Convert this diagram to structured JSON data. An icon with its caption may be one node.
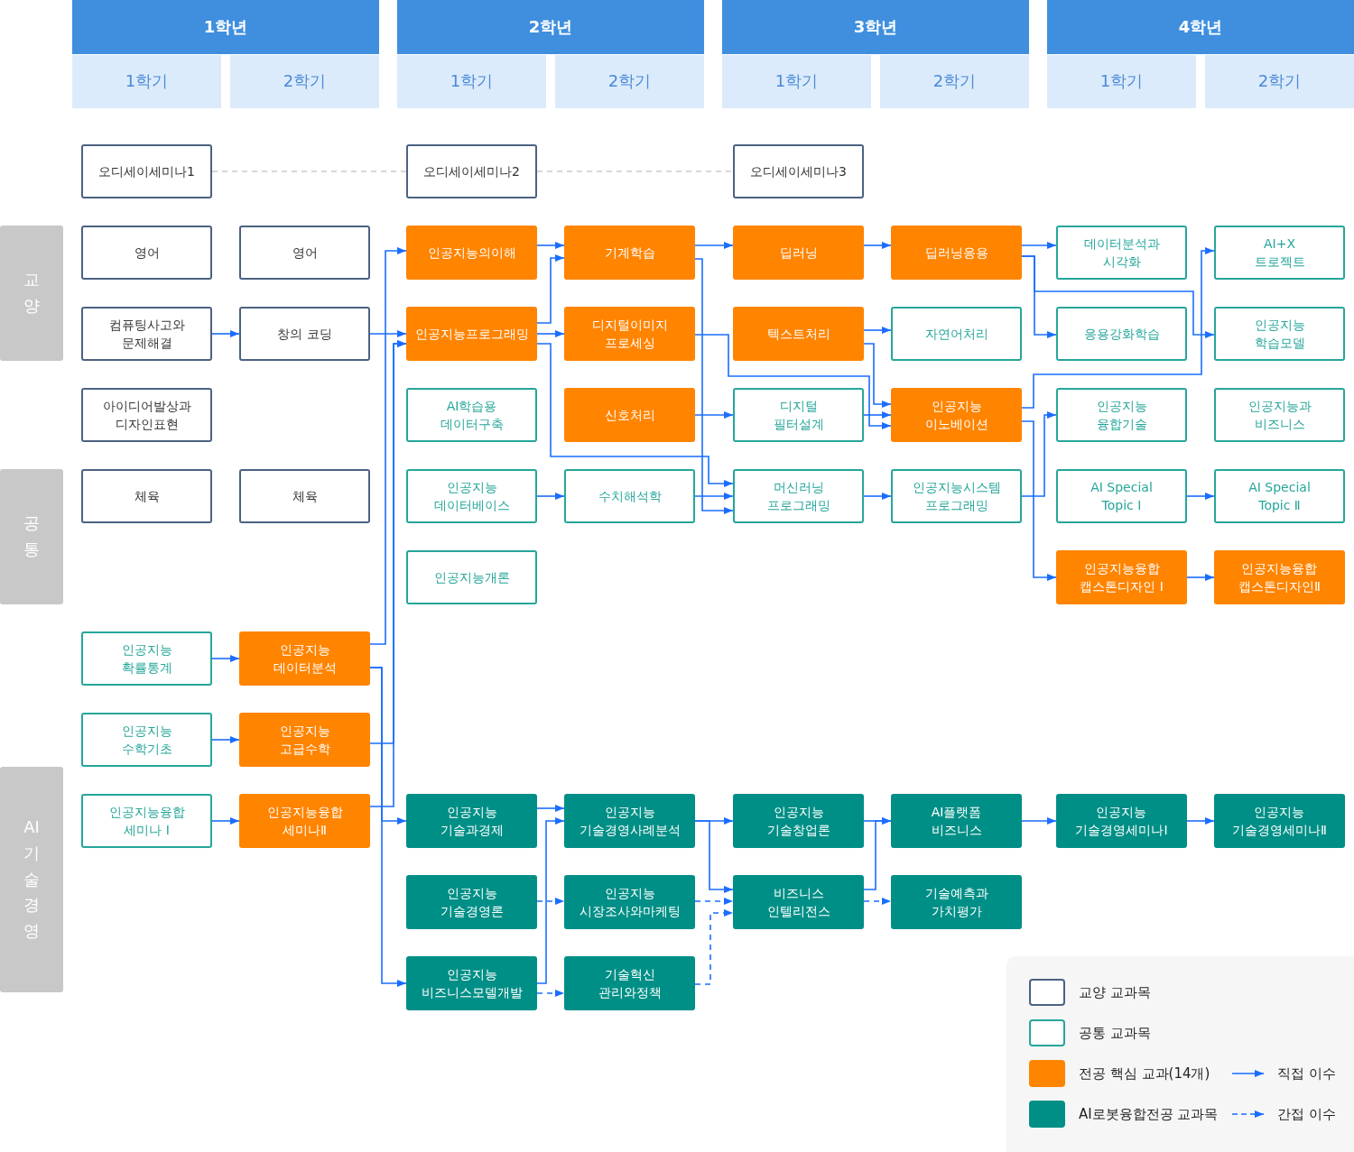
{
  "diagram": {
    "nodes": [
      {
        "text": [
          "1학년"
        ]
      },
      {
        "text": [
          "2학년"
        ]
      },
      {
        "text": [
          "3학년"
        ]
      },
      {
        "text": [
          "4학년"
        ]
      },
      {
        "text": [
          "1학기"
        ]
      },
      {
        "text": [
          "2학기"
        ]
      },
      {
        "text": [
          "1학기"
        ]
      },
      {
        "text": [
          "2학기"
        ]
      },
      {
        "text": [
          "1학기"
        ]
      },
      {
        "text": [
          "2학기"
        ]
      },
      {
        "text": [
          "1학기"
        ]
      },
      {
        "text": [
          "2학기"
        ]
      },
      {
        "text": [
          "교양"
        ]
      },
      {
        "text": [
          "공통"
        ]
      },
      {
        "text": [
          "AI 기술경영"
        ]
      },
      {
        "text": [
          "오디세이세미나1"
        ]
      },
      {
        "text": [
          "오디세이세미나2"
        ]
      },
      {
        "text": [
          "오디세이세미나3"
        ]
      },
      {
        "text": [
          "영어"
        ]
      },
      {
        "text": [
          "영어"
        ]
      },
      {
        "text": [
          "인공지능의이해"
        ]
      },
      {
        "text": [
          "기계학습"
        ]
      },
      {
        "text": [
          "딥러닝"
        ]
      },
      {
        "text": [
          "딥러닝응용"
        ]
      },
      {
        "text": [
          "데이터분석과 시각화"
        ]
      },
      {
        "text": [
          "AI+X 트로젝트"
        ]
      },
      {
        "text": [
          "컴퓨팅사고와 문제해결"
        ]
      },
      {
        "text": [
          "창의 코딩"
        ]
      },
      {
        "text": [
          "인공지능프로그래밍"
        ]
      },
      {
        "text": [
          "디지털이미지 프로세싱"
        ]
      },
      {
        "text": [
          "텍스트처리"
        ]
      },
      {
        "text": [
          "자연어처리"
        ]
      },
      {
        "text": [
          "응용강화학습"
        ]
      },
      {
        "text": [
          "인공지능 학습모델"
        ]
      },
      {
        "text": [
          "아이디어발상과 디자인표현"
        ]
      },
      {
        "text": [
          "AI학습용 데이터구축"
        ]
      },
      {
        "text": [
          "신호처리"
        ]
      },
      {
        "text": [
          "디지털 필터설계"
        ]
      },
      {
        "text": [
          "인공지능 이노베이션"
        ]
      },
      {
        "text": [
          "인공지능 융합기술"
        ]
      },
      {
        "text": [
          "인공지능과 비즈니스"
        ]
      },
      {
        "text": [
          "체육"
        ]
      },
      {
        "text": [
          "체육"
        ]
      },
      {
        "text": [
          "인공지능 데이터베이스"
        ]
      },
      {
        "text": [
          "수치해석학"
        ]
      },
      {
        "text": [
          "머신러닝 프로그래밍"
        ]
      },
      {
        "text": [
          "인공지능시스템 프로그래밍"
        ]
      },
      {
        "text": [
          "AI Special Topic Ⅰ"
        ]
      },
      {
        "text": [
          "AI Special Topic Ⅱ"
        ]
      },
      {
        "text": [
          "인공지능개론"
        ]
      },
      {
        "text": [
          "인공지능융합 캡스톤디자인 Ⅰ"
        ]
      },
      {
        "text": [
          "인공지능융합 캡스톤디자인Ⅱ"
        ]
      },
      {
        "text": [
          "인공지능 확률통계"
        ]
      },
      {
        "text": [
          "인공지능 데이터분석"
        ]
      },
      {
        "text": [
          "인공지능 수학기초"
        ]
      },
      {
        "text": [
          "인공지능 고급수학"
        ]
      },
      {
        "text": [
          "인공지능융합 세미나 Ⅰ"
        ]
      },
      {
        "text": [
          "인공지능융합 세미나Ⅱ"
        ]
      },
      {
        "text": [
          "인공지능 기술과경제"
        ]
      },
      {
        "text": [
          "인공지능 기술경영사례분석"
        ]
      },
      {
        "text": [
          "인공지능 기술창업론"
        ]
      },
      {
        "text": [
          "AI플랫폼 비즈니스"
        ]
      },
      {
        "text": [
          "인공지능 기술경영세미나Ⅰ"
        ]
      },
      {
        "text": [
          "인공지능 기술경영세미나Ⅱ"
        ]
      },
      {
        "text": [
          "인공지능 기술경영론"
        ]
      },
      {
        "text": [
          "인공지능 시장조사와마케팅"
        ]
      },
      {
        "text": [
          "비즈니스 인텔리전스"
        ]
      },
      {
        "text": [
          "기술예측과 가치평가"
        ]
      },
      {
        "text": [
          "인공지능 비즈니스모델개발"
        ]
      },
      {
        "text": [
          "기술혁신 관리와정책"
        ]
      }
    ],
    "edges": [
      {
        "from": 15,
        "to": 16,
        "arrow": "none",
        "style": "dashed",
        "color": "#cccccc"
      },
      {
        "from": 16,
        "to": 17,
        "arrow": "none",
        "style": "dashed",
        "color": "#cccccc"
      },
      {
        "from": 26,
        "to": 27,
        "arrow": "to"
      },
      {
        "from": 27,
        "to": 28,
        "arrow": "to"
      },
      {
        "from": 20,
        "to": 21,
        "arrow": "to"
      },
      {
        "from": 28,
        "to": 21,
        "arrow": "to"
      },
      {
        "from": 28,
        "to": 29,
        "arrow": "to"
      },
      {
        "from": 28,
        "to": 45,
        "arrow": "to"
      },
      {
        "from": 21,
        "to": 22,
        "arrow": "to"
      },
      {
        "from": 21,
        "to": 45,
        "arrow": "to"
      },
      {
        "from": 43,
        "to": 44,
        "arrow": "to"
      },
      {
        "from": 44,
        "to": 45,
        "arrow": "to"
      },
      {
        "from": 29,
        "to": 38,
        "arrow": "to"
      },
      {
        "from": 30,
        "to": 31,
        "arrow": "to"
      },
      {
        "from": 30,
        "to": 38,
        "arrow": "to"
      },
      {
        "from": 36,
        "to": 37,
        "arrow": "to"
      },
      {
        "from": 37,
        "to": 38,
        "arrow": "to"
      },
      {
        "from": 22,
        "to": 23,
        "arrow": "to"
      },
      {
        "from": 23,
        "to": 24,
        "arrow": "to"
      },
      {
        "from": 23,
        "to": 32,
        "arrow": "to"
      },
      {
        "from": 23,
        "to": 33,
        "arrow": "to"
      },
      {
        "from": 38,
        "to": 25,
        "arrow": "to"
      },
      {
        "from": 38,
        "to": 50,
        "arrow": "to"
      },
      {
        "from": 45,
        "to": 46,
        "arrow": "to"
      },
      {
        "from": 46,
        "to": 39,
        "arrow": "to"
      },
      {
        "from": 47,
        "to": 48,
        "arrow": "to"
      },
      {
        "from": 50,
        "to": 51,
        "arrow": "to"
      },
      {
        "from": 52,
        "to": 53,
        "arrow": "to"
      },
      {
        "from": 54,
        "to": 55,
        "arrow": "to"
      },
      {
        "from": 56,
        "to": 57,
        "arrow": "to"
      },
      {
        "from": 53,
        "to": 20,
        "arrow": "to"
      },
      {
        "from": 55,
        "to": 28,
        "arrow": "to"
      },
      {
        "from": 57,
        "to": 28,
        "arrow": "to"
      },
      {
        "from": 53,
        "to": 58,
        "arrow": "to"
      },
      {
        "from": 53,
        "to": 68,
        "arrow": "to"
      },
      {
        "from": 58,
        "to": 59,
        "arrow": "to"
      },
      {
        "from": 68,
        "to": 59,
        "arrow": "to"
      },
      {
        "from": 68,
        "to": 69,
        "arrow": "to",
        "style": "dashed"
      },
      {
        "from": 64,
        "to": 65,
        "arrow": "to",
        "style": "dashed"
      },
      {
        "from": 59,
        "to": 60,
        "arrow": "to"
      },
      {
        "from": 59,
        "to": 66,
        "arrow": "to"
      },
      {
        "from": 65,
        "to": 66,
        "arrow": "to",
        "style": "dashed"
      },
      {
        "from": 69,
        "to": 66,
        "arrow": "to",
        "style": "dashed"
      },
      {
        "from": 60,
        "to": 61,
        "arrow": "to"
      },
      {
        "from": 66,
        "to": 61,
        "arrow": "to"
      },
      {
        "from": 61,
        "to": 62,
        "arrow": "to"
      },
      {
        "from": 62,
        "to": 63,
        "arrow": "to"
      },
      {
        "from": 66,
        "to": 67,
        "arrow": "to",
        "style": "dashed"
      }
    ],
    "legend": [
      {
        "text": "교양 교과목"
      },
      {
        "text": "공통 교과목"
      },
      {
        "text": "전공 핵심 교과(14개)",
        "color": "#ff8400"
      },
      {
        "text": "직접 이수"
      },
      {
        "text": "AI로봇융합전공 교과목",
        "color": "#008f86"
      },
      {
        "text": "간접 이수"
      }
    ]
  }
}
